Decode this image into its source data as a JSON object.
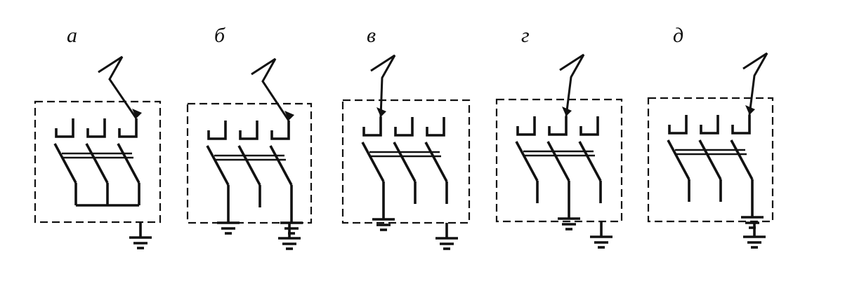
{
  "diagram": {
    "colors": {
      "ink": "#111111",
      "background": "#ffffff"
    },
    "panels": [
      {
        "label": "а",
        "variant": "neutral-bridged-lower-ends",
        "fault_phase": 3,
        "grounded_phases": []
      },
      {
        "label": "б",
        "variant": "two-phases-grounded",
        "fault_phase": 3,
        "grounded_phases": [
          1,
          3
        ]
      },
      {
        "label": "в",
        "variant": "one-phase-grounded",
        "fault_phase": 1,
        "grounded_phases": [
          1
        ]
      },
      {
        "label": "г",
        "variant": "middle-phase-grounded",
        "fault_phase": 2,
        "grounded_phases": [
          2
        ]
      },
      {
        "label": "д",
        "variant": "right-phase-grounded",
        "fault_phase": 3,
        "grounded_phases": [
          3
        ]
      }
    ]
  }
}
